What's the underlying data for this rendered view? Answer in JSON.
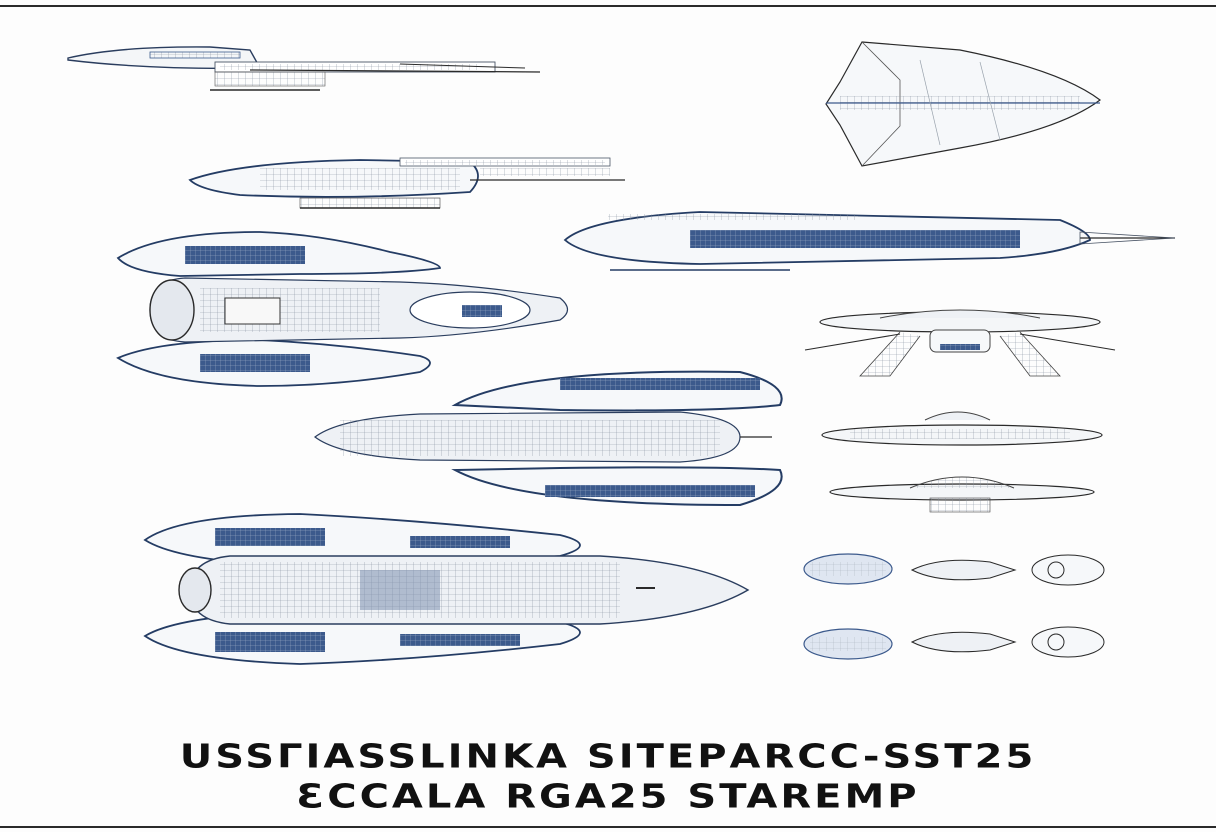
{
  "title": {
    "line1": "USSΓIASSLINKA SITEΡARCC-SST25",
    "line2": "ƐCCALA RGA25 STAREMΡ"
  },
  "colors": {
    "ink": "#2a2a2a",
    "line": "#9aa3ad",
    "panel_blue": "#3c5a8c",
    "hull_outline": "#243c64",
    "paper": "#fdfdfd"
  },
  "views": [
    {
      "name": "side-view-top"
    },
    {
      "name": "side-view-second"
    },
    {
      "name": "top-view-1"
    },
    {
      "name": "top-view-2"
    },
    {
      "name": "top-view-3"
    },
    {
      "name": "side-view-long"
    },
    {
      "name": "delta-ship"
    },
    {
      "name": "saucer-landing"
    },
    {
      "name": "saucer-side-1"
    },
    {
      "name": "saucer-side-2"
    },
    {
      "name": "small-detail-row-1"
    },
    {
      "name": "small-detail-row-2"
    }
  ]
}
